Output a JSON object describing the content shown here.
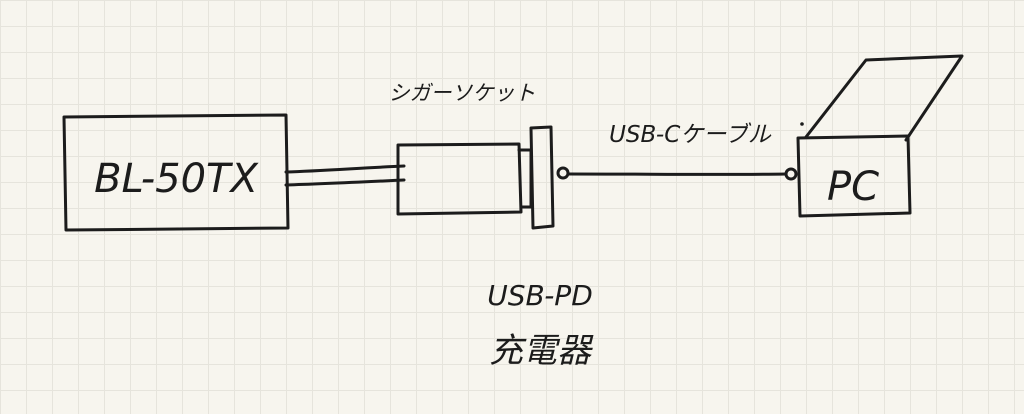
{
  "diagram": {
    "ink_color": "#1c1c1c",
    "paper_color": "#f7f5ee",
    "grid_color": "#e6e4dc",
    "nodes": {
      "device": {
        "label": "BL-50TX"
      },
      "socket": {
        "label": "シガーソケット"
      },
      "charger": {
        "label_line1": "USB-PD",
        "label_line2": "充電器"
      },
      "pc": {
        "label": "PC"
      }
    },
    "edges": {
      "cable": {
        "label": "USB-Cケーブル"
      }
    }
  }
}
